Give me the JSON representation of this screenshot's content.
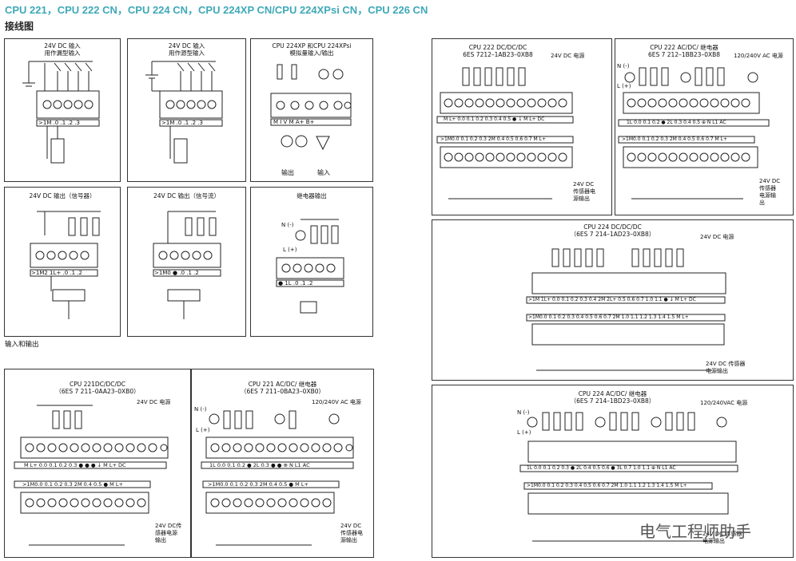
{
  "header": {
    "title": "CPU 221，CPU 222 CN，CPU 224 CN，CPU 224XP CN/CPU 224XPsi CN，CPU 226 CN",
    "subtitle": "接线图"
  },
  "panels": {
    "p1": {
      "caption": "24V DC 输入\n用作漏型输入",
      "strip": ">1M  .0   .1   .2   .3"
    },
    "p2": {
      "caption": "24V DC 输入\n用作源型输入",
      "strip": ">1M  .0   .1   .2   .3"
    },
    "p3": {
      "caption": "CPU 224XP 和CPU 224XPsi\n模拟量输入/输出",
      "strip": "M    I    V    M    A+   B+",
      "out": "输出",
      "in": "输入"
    },
    "p4": {
      "caption": "24V DC 输出（信号器）",
      "strip": ">1M2 1L+  .0   .1   .2"
    },
    "p5": {
      "caption": "24V DC 输出（信号流）",
      "strip": ">1M0  ●   .0   .1   .2"
    },
    "p6": {
      "caption": "继电器输出",
      "strip": "●   1L   .0   .1   .2",
      "n": "N (-)",
      "l": "L (+)"
    },
    "io_note": "输入和输出",
    "cpu221dc": {
      "title": "CPU 221DC/DC/DC",
      "order": "（6ES 7 211–0AA23–0XB0）",
      "power": "24V DC 电源",
      "strip_top": "M   L+  0.0  0.1  0.2  0.3   ●   ●   ●   ↓   M   L+  DC",
      "strip_bot": ">1M0.0  0.1  0.2  0.3  2M  0.4  0.5   ●   M   L+",
      "sensor": "24V DC传\n感器电源\n输出"
    },
    "cpu221ac": {
      "title": "CPU 221 AC/DC/ 继电器",
      "order": "（6ES 7 211–0BA23–0XB0）",
      "power": "120/240V AC 电源",
      "strip_top": "1L  0.0  0.1  0.2   ●   2L 0.3   ●   ●   ⊕   N   L1   AC",
      "strip_bot": ">1M0.0  0.1  0.2  0.3  2M  0.4  0.5   ●   M   L+",
      "sensor": "24V DC\n传感器电\n源输出",
      "n": "N (-)",
      "l": "L (+)"
    },
    "cpu222dc": {
      "title": "CPU 222 DC/DC/DC",
      "order": "6ES 7212–1AB23–0XB8",
      "power": "24V DC 电源",
      "strip_top": "M   L+  0.0  0.1  0.2  0.3  0.4  0.5   ●   ↓   M   L+  DC",
      "strip_bot": ">1M0.0 0.1 0.2 0.3 2M 0.4 0.5 0.6 0.7   M   L+",
      "sensor": "24V DC\n传感器电\n源输出"
    },
    "cpu222ac": {
      "title": "CPU 222 AC/DC/ 继电器",
      "order": "6ES 7 212–1BB23–0XB8",
      "power": "120/240V AC 电源",
      "strip_top": "1L  0.0  0.1  0.2   ●   2L  0.3  0.4  0.5   ⊕   N   L1   AC",
      "strip_bot": ">1M0.0 0.1 0.2 0.3 2M 0.4 0.5 0.6 0.7   M   L+",
      "sensor": "24V DC\n传感器\n电源输\n出",
      "n": "N (-)",
      "l": "L (+)"
    },
    "cpu224dc": {
      "title": "CPU 224 DC/DC/DC",
      "order": "（6ES 7 214–1AD23–0XB8）",
      "power": "24V DC 电源",
      "strip_top": ">1M 1L+ 0.0 0.1 0.2 0.3 0.4  2M 2L+ 0.5  0.6  0.7  1.0  1.1   ●   ↓   M   L+  DC",
      "strip_bot": ">1M0.0 0.1 0.2 0.3 0.4 0.5 0.6 0.7 2M 1.0 1.1 1.2 1.3 1.4 1.5   M   L+",
      "sensor": "24V DC 传感器\n电源输出"
    },
    "cpu224ac": {
      "title": "CPU 224 AC/DC/ 继电器",
      "order": "（6ES 7 214–1BD23–0XB8）",
      "power": "120/240VAC 电源",
      "strip_top": "1L  0.0  0.1  0.2  0.3   ●   2L  0.4  0.5  0.6   ●   3L  0.7  1.0  1.1   ⊕   N  L1  AC",
      "strip_bot": ">1M0.0 0.1 0.2 0.3 0.4 0.5 0.6 0.7 2M 1.0 1.1 1.2 1.3 1.4 1.5   M   L+",
      "sensor": "24V DC 传感器\n电源输出",
      "n": "N (-)",
      "l": "L (+)"
    }
  },
  "watermark": "电气工程师助手"
}
